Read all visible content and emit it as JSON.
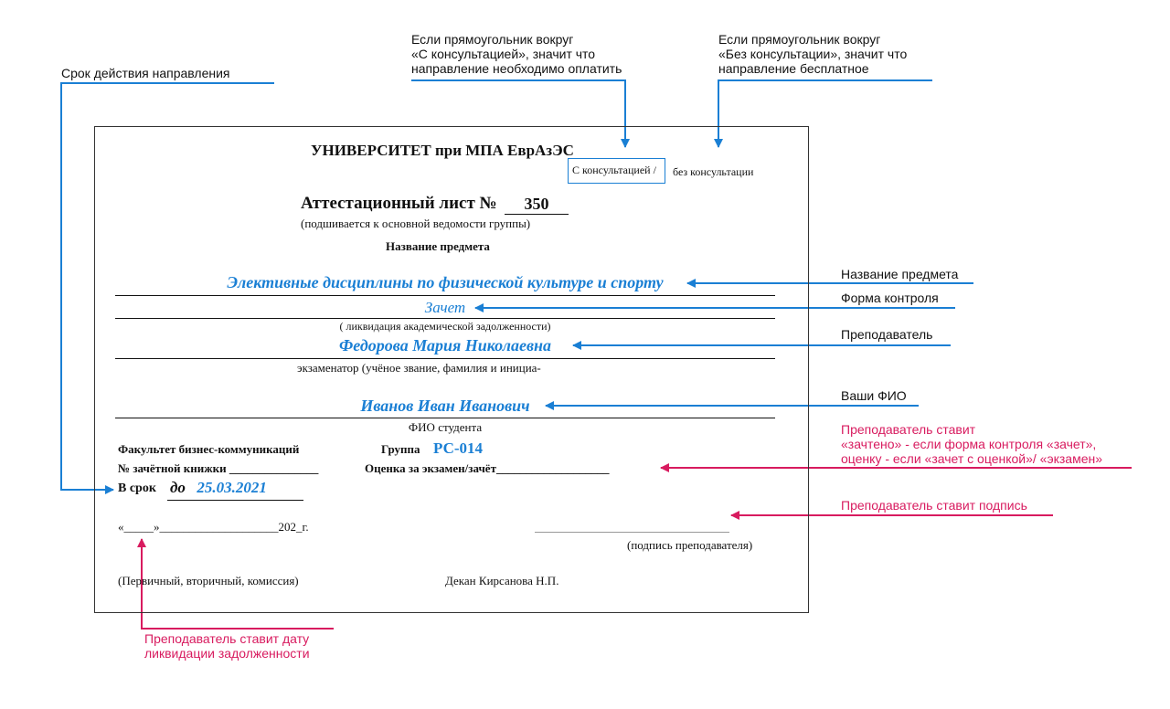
{
  "colors": {
    "blue": "#1a7fd4",
    "red": "#d81b5f"
  },
  "notes": {
    "validity": "Срок действия направления",
    "with_consult": [
      "Если прямоугольник вокруг",
      "«С консультацией», значит что",
      "направление необходимо оплатить"
    ],
    "without_consult": [
      "Если прямоугольник вокруг",
      "«Без консультации», значит что",
      "направление бесплатное"
    ],
    "subject": "Название предмета",
    "control_form": "Форма контроля",
    "teacher": "Преподаватель",
    "student_name": "Ваши ФИО",
    "grade": [
      "Преподаватель ставит",
      "«зачтено» - если форма контроля «зачет»,",
      "оценку - если «зачет с оценкой»/ «экзамен»"
    ],
    "signature": "Преподаватель ставит подпись",
    "date": [
      "Преподаватель  ставит дату",
      "ликвидации задолженности"
    ]
  },
  "form": {
    "university": "УНИВЕРСИТЕТ при МПА ЕврАзЭС",
    "with_consult": "С консультацией /",
    "without_consult": "без консультации",
    "sheet_title": "Аттестационный лист №",
    "sheet_number": "350",
    "sheet_subtitle": "(подшивается к основной ведомости группы)",
    "subject_label": "Название предмета",
    "subject_value": "Элективные дисциплины по физической культуре и спорту",
    "control_value": "Зачет",
    "control_caption": "( ликвидация академической задолженности)",
    "teacher_value": "Федорова Мария Николаевна",
    "teacher_caption": "экзаменатор (учёное звание, фамилия и инициа-",
    "student_value": "Иванов Иван Иванович",
    "student_caption": "ФИО студента",
    "faculty": "Факультет бизнес-коммуникаций",
    "group_label": "Группа",
    "group_value": "РС-014",
    "record_book": "№ зачётной книжки _______________",
    "grade_label": "Оценка за экзамен/зачёт___________________",
    "deadline_label": "В срок",
    "deadline_prefix": "до",
    "deadline_value": "25.03.2021",
    "date_line": "«_____»____________________202_г.",
    "signature_caption": "(подпись преподавателя)",
    "attempt": "(Первичный, вторичный, комиссия)",
    "dean": "Декан  Кирсанова Н.П."
  }
}
